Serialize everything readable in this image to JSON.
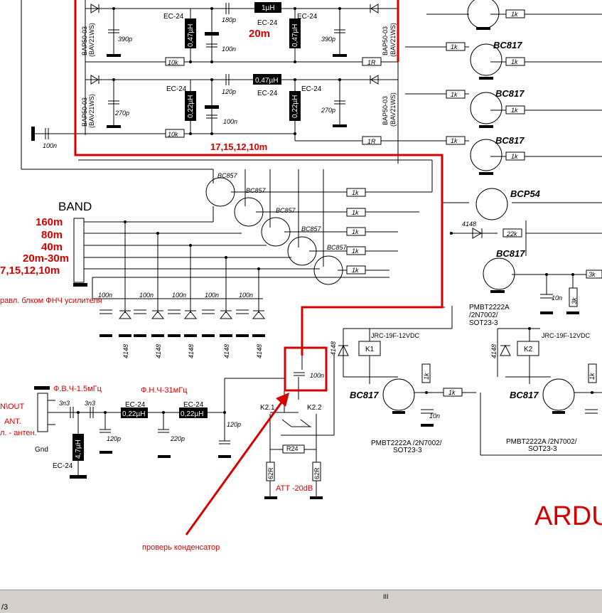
{
  "labels": {
    "filter_20m": "20m",
    "filter_17_10m": "17,15,12,10m",
    "band_title": "BAND",
    "band_160": "160m",
    "band_80": "80m",
    "band_40": "40m",
    "band_20_30": "20m-30m",
    "band_17_10": "7,15,12,10m",
    "lpf_control_note": "равл. блком ФНЧ усилителя",
    "hpf": "Ф.В.Ч-1.5мГц",
    "lpf": "Ф.Н.Ч-31мГц",
    "in_out": "N\\OUT",
    "ant": "ANT.",
    "ant_note": "л. - антен.",
    "gnd": "Gnd",
    "att": "ATT -20dB",
    "check_capacitor": "проверь конденсатор",
    "ardu": "ARDU"
  },
  "parts": {
    "ec24": "EC-24",
    "c180p": "180p",
    "c390p": "390p",
    "c100n": "100n",
    "c270p": "270p",
    "c120p": "120p",
    "c220p": "220p",
    "c3n3": "3n3",
    "c10n": "10n",
    "l1uh": "1µH",
    "l047": "0,47µH",
    "l047v": "0,47µH",
    "l022v": "0,22µH",
    "l022h": "0,22µH",
    "l47": "4,7µH",
    "r10k": "10k",
    "r1k": "1k",
    "r1R": "1R",
    "r22k": "22k",
    "r3k": "3k",
    "r62R": "62R",
    "r24": "R24",
    "d_bap": "BAP50-03",
    "d_bav": "(BAV21WS)",
    "d4148": "4148",
    "q_bc817": "BC817",
    "q_bc857": "BC857",
    "q_bcp54": "BCP54",
    "q_pmbt": "PMBT2222A",
    "q_pmbt_line": "PMBT2222A /2N7002/",
    "q_2n7002": "/2N7002/",
    "q_sot": "SOT23-3",
    "relay_jrc": "JRC-19F-12VDC",
    "k1": "K1",
    "k2": "K2",
    "k21": "K2.1",
    "k22": "K2.2"
  },
  "statusbar": {
    "grip": "III",
    "page": "/3"
  }
}
